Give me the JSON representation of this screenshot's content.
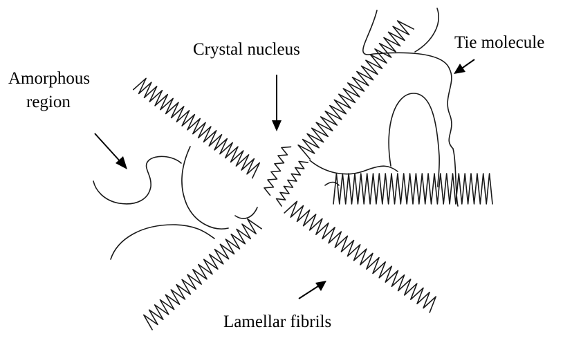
{
  "labels": {
    "amorphous_line1": "Amorphous",
    "amorphous_line2": "region",
    "crystal_nucleus": "Crystal nucleus",
    "tie_molecule": "Tie molecule",
    "lamellar_fibrils": "Lamellar fibrils"
  },
  "colors": {
    "line": "#1a1a1a",
    "background": "#ffffff"
  }
}
